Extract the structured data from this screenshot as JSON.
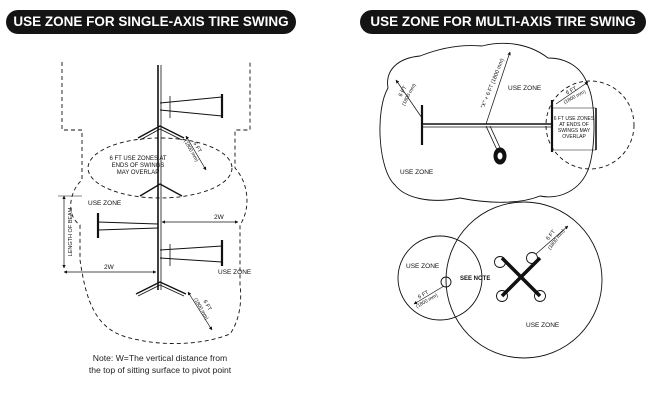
{
  "left_panel": {
    "title": "USE ZONE FOR SINGLE-AXIS TIRE SWING",
    "overlap_label_lines": [
      "6 FT USE ZONES AT",
      "ENDS OF SWINGS",
      "MAY OVERLAP"
    ],
    "dim_6ft": "6 FT",
    "dim_1800": "(1800 mm)",
    "use_zone_1": "USE ZONE",
    "use_zone_2": "USE ZONE",
    "beam_length": "LENGTH OF BEAM",
    "dim_2w_right": "2W",
    "dim_2w_left": "2W",
    "note_line1": "Note: W=The vertical distance from",
    "note_line2": "the top of sitting surface to pivot point"
  },
  "right_top": {
    "title": "USE ZONE FOR MULTI-AXIS TIRE SWING",
    "dim_6ft": "6 FT",
    "dim_1800": "(1800 mm)",
    "radius_label": "\"X\" + 6 FT (1800 mm)",
    "use_zone_1": "USE ZONE",
    "use_zone_2": "USE ZONE",
    "overlap_label_lines": [
      "6 FT USE ZONES",
      "AT ENDS OF",
      "SWINGS MAY",
      "OVERLAP"
    ]
  },
  "right_bottom": {
    "use_zone_1": "USE ZONE",
    "use_zone_2": "USE ZONE",
    "see_note": "SEE NOTE",
    "dim_6ft": "6 FT",
    "dim_1800": "(1800 mm)"
  }
}
